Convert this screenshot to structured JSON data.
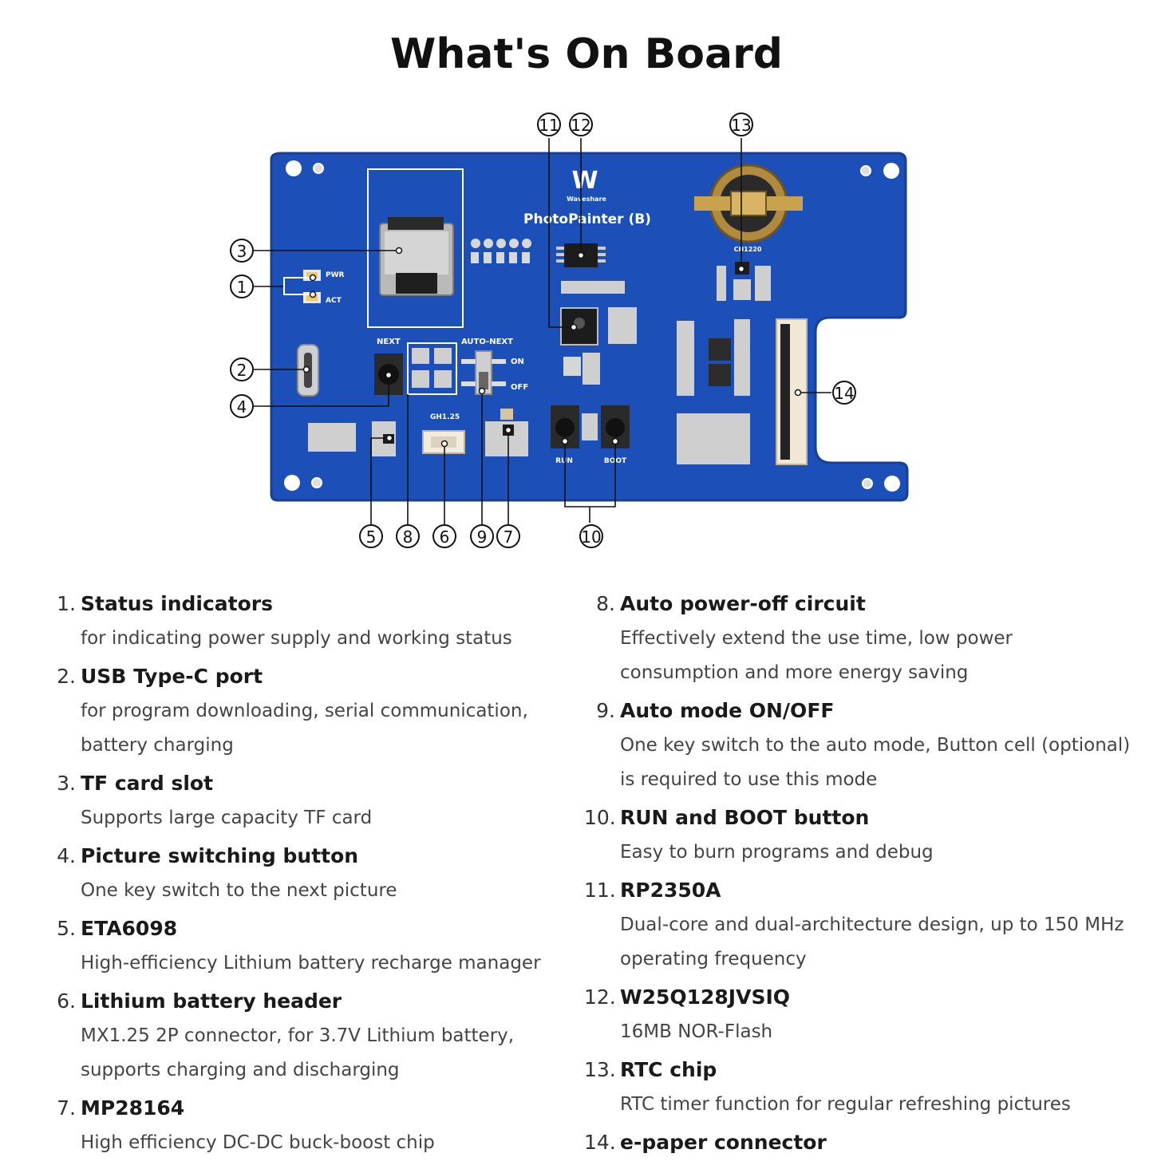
{
  "title": "What's On Board",
  "board": {
    "silkscreen": {
      "brand": "Waveshare",
      "product": "PhotoPainter (B)",
      "pwr": "PWR",
      "act": "ACT",
      "next": "NEXT",
      "auto_next": "AUTO-NEXT",
      "on": "ON",
      "off": "OFF",
      "gh125": "GH1.25",
      "run": "RUN",
      "boot": "BOOT",
      "rtc_chip": "CH1220"
    },
    "callouts": [
      "1",
      "2",
      "3",
      "4",
      "5",
      "6",
      "7",
      "8",
      "9",
      "10",
      "11",
      "12",
      "13",
      "14"
    ]
  },
  "features_left": [
    {
      "num": "1.",
      "title": "Status indicators",
      "desc": [
        "for indicating power supply and working status"
      ]
    },
    {
      "num": "2.",
      "title": "USB Type-C port",
      "desc": [
        "for program downloading, serial communication,",
        "battery charging"
      ]
    },
    {
      "num": "3.",
      "title": "TF card slot",
      "desc": [
        "Supports large capacity TF card"
      ]
    },
    {
      "num": "4.",
      "title": "Picture switching button",
      "desc": [
        "One key switch to the next picture"
      ]
    },
    {
      "num": "5.",
      "title": "ETA6098",
      "desc": [
        "High-efficiency Lithium battery recharge manager"
      ]
    },
    {
      "num": "6.",
      "title": "Lithium battery header",
      "desc": [
        "MX1.25 2P connector, for 3.7V Lithium battery,",
        "supports charging and discharging"
      ]
    },
    {
      "num": "7.",
      "title": "MP28164",
      "desc": [
        "High efficiency DC-DC buck-boost chip"
      ]
    }
  ],
  "features_right": [
    {
      "num": "8.",
      "title": "Auto power-off circuit",
      "desc": [
        "Effectively extend the use time, low power",
        "consumption and more energy saving"
      ]
    },
    {
      "num": "9.",
      "title": "Auto mode ON/OFF",
      "desc": [
        "One key switch to the auto mode, Button cell (optional)",
        "is required to use this mode"
      ]
    },
    {
      "num": "10.",
      "title": "RUN and BOOT button",
      "desc": [
        "Easy to burn programs and debug"
      ]
    },
    {
      "num": "11.",
      "title": "RP2350A",
      "desc": [
        "Dual-core and dual-architecture design, up to 150 MHz",
        "operating frequency"
      ]
    },
    {
      "num": "12.",
      "title": "W25Q128JVSIQ",
      "desc": [
        "16MB NOR-Flash"
      ]
    },
    {
      "num": "13.",
      "title": "RTC chip",
      "desc": [
        "RTC timer function for regular refreshing pictures"
      ]
    },
    {
      "num": "14.",
      "title": "e-paper connector",
      "desc": []
    }
  ],
  "colors": {
    "pcb": "#1d4fb8",
    "pcb_edge": "#163f97",
    "chip": "#1c1c1c",
    "silver": "#c8c8c8"
  }
}
